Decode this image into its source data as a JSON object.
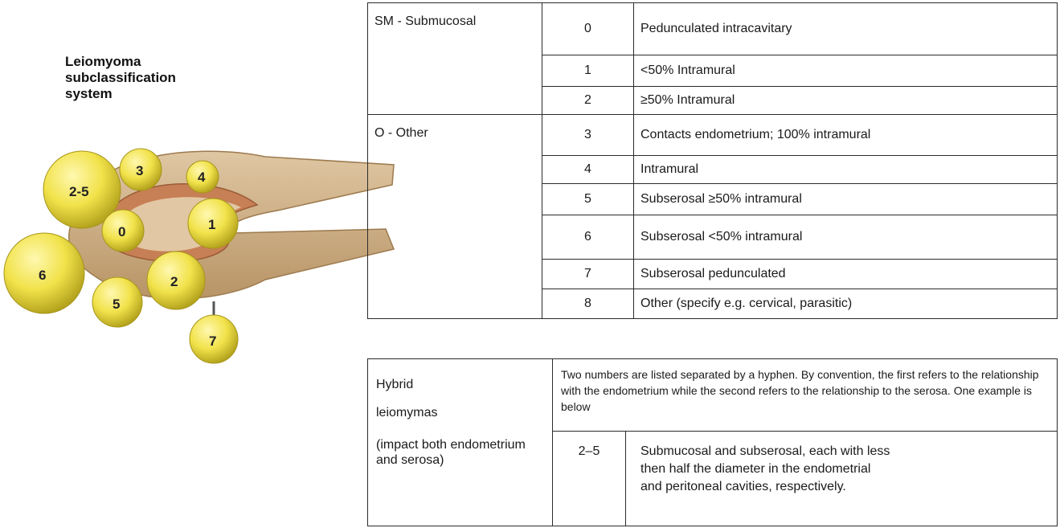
{
  "figure": {
    "title_lines": [
      "Leiomyoma",
      "subclassification",
      "system"
    ],
    "fibroid_labels": [
      "2-5",
      "3",
      "4",
      "0",
      "1",
      "6",
      "2",
      "5",
      "7"
    ],
    "colors": {
      "fibroid": "#f1e24a",
      "uterus": "#c9a97d",
      "cavity": "#c77f55"
    }
  },
  "table": {
    "groups": [
      {
        "category": "SM - Submucosal",
        "rows": [
          {
            "type": "0",
            "description": "Pedunculated intracavitary"
          },
          {
            "type": "1",
            "description": "<50% Intramural"
          },
          {
            "type": "2",
            "description": "≥50% Intramural"
          }
        ]
      },
      {
        "category": "O - Other",
        "rows": [
          {
            "type": "3",
            "description": "Contacts endometrium; 100% intramural"
          },
          {
            "type": "4",
            "description": "Intramural"
          },
          {
            "type": "5",
            "description": "Subserosal ≥50% intramural"
          },
          {
            "type": "6",
            "description": "Subserosal <50% intramural"
          },
          {
            "type": "7",
            "description": "Subserosal pedunculated"
          },
          {
            "type": "8",
            "description": "Other (specify e.g. cervical, parasitic)"
          }
        ]
      }
    ]
  },
  "hybrid": {
    "label_line1": "Hybrid",
    "label_line2": "leiomymas",
    "label_line3": "(impact both endometrium and serosa)",
    "description": "Two numbers are listed separated by a hyphen. By convention, the first refers to the relationship with the endometrium while the second refers to the relationship to the serosa. One example is below",
    "example_type": "2–5",
    "example_lines": [
      "Submucosal and subserosal, each with less",
      "then half the diameter in the endometrial",
      "and peritoneal cavities, respectively."
    ]
  }
}
